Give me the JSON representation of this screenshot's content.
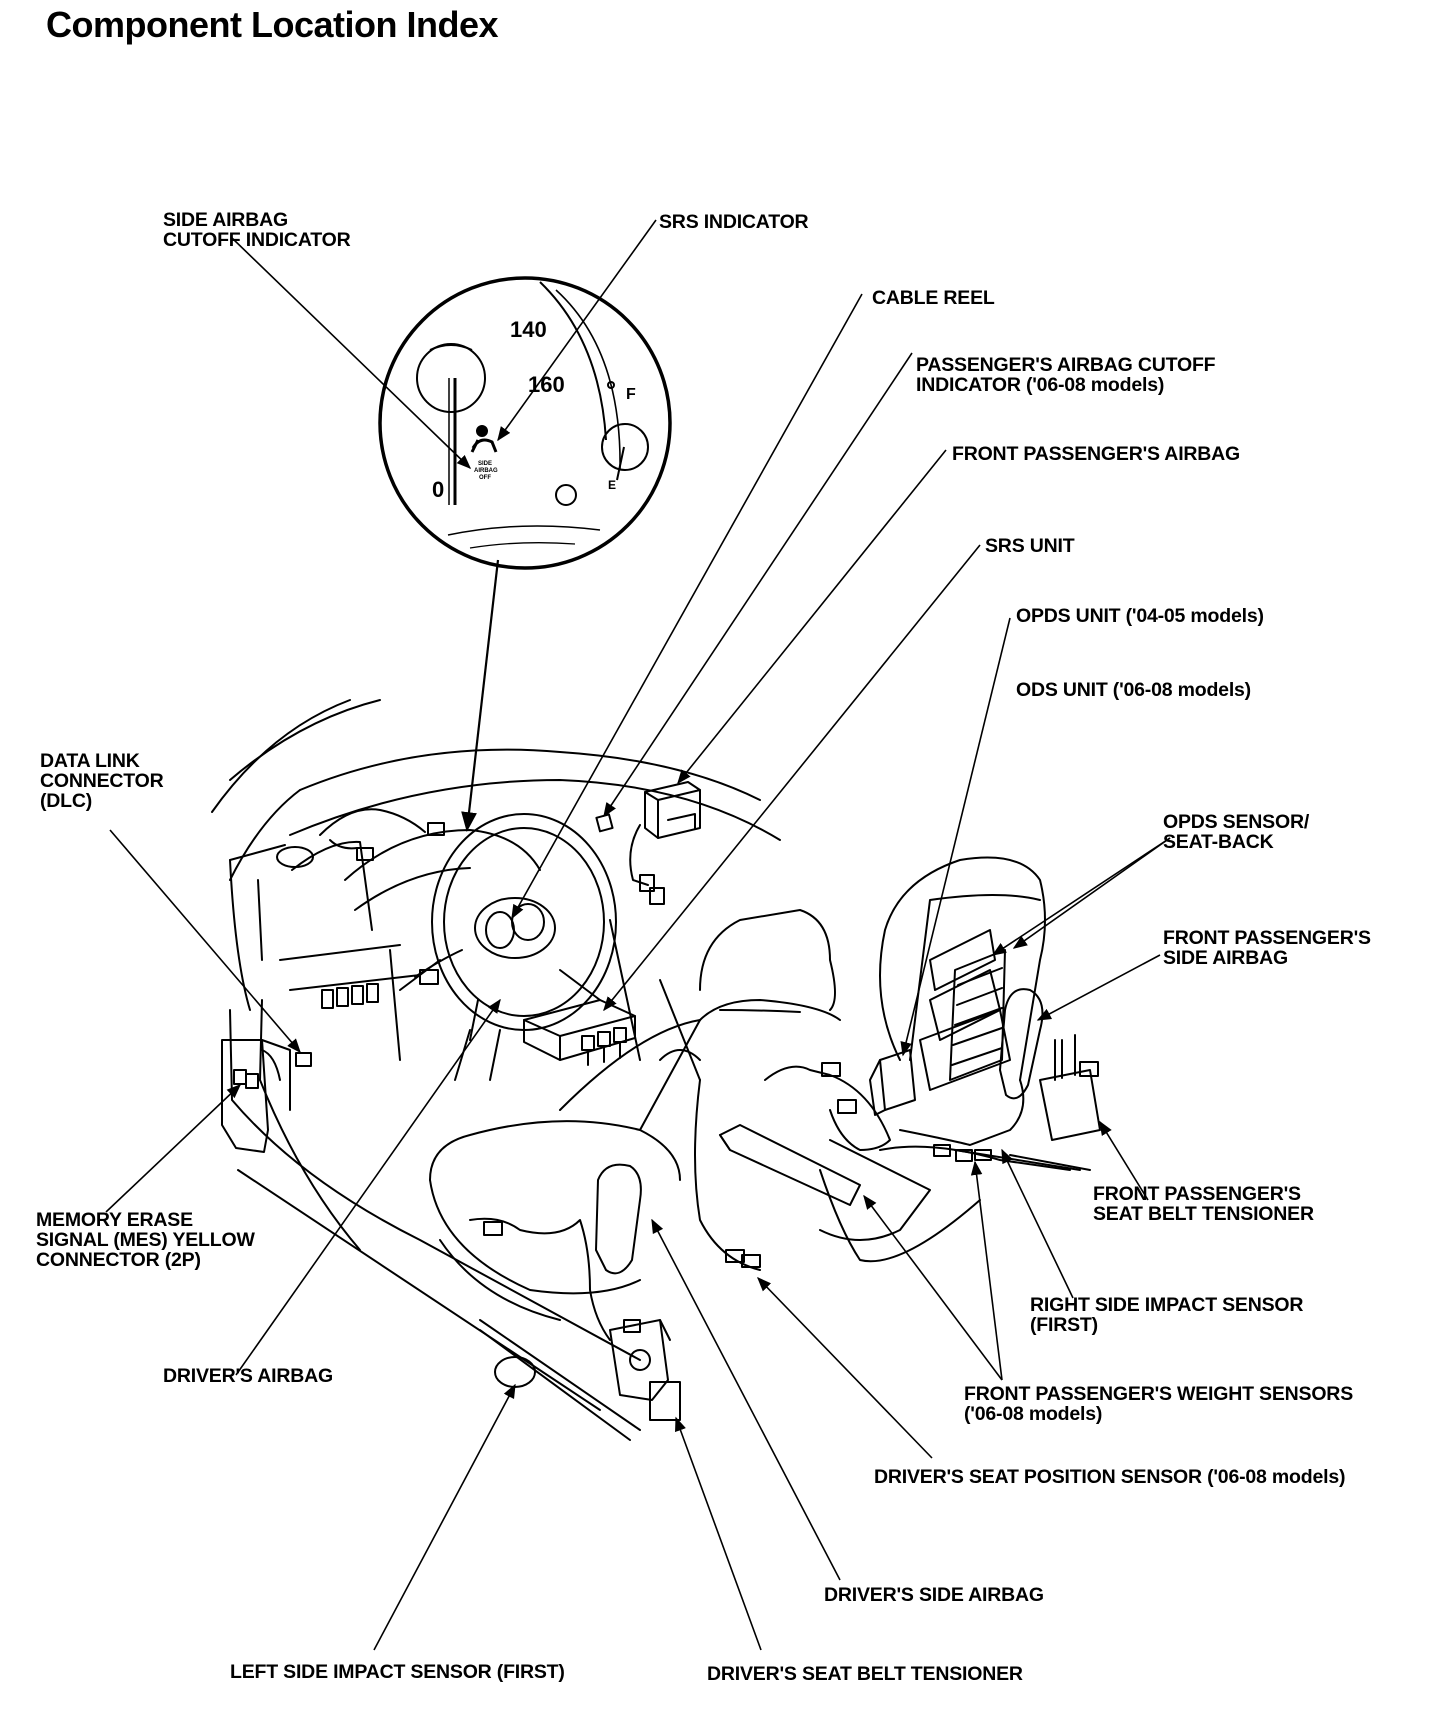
{
  "title": "Component Location Index",
  "gauge": {
    "speed_140": "140",
    "speed_160": "160",
    "fuel_f": "F",
    "fuel_e": "E",
    "zero": "0",
    "indicator_text": [
      "SIDE",
      "AIRBAG",
      "OFF"
    ]
  },
  "labels": {
    "side_airbag_cutoff_indicator": [
      "SIDE AIRBAG",
      "CUTOFF INDICATOR"
    ],
    "srs_indicator": [
      "SRS INDICATOR"
    ],
    "cable_reel": [
      "CABLE REEL"
    ],
    "passenger_airbag_cutoff_indicator": [
      "PASSENGER'S AIRBAG CUTOFF",
      "INDICATOR ('06-08 models)"
    ],
    "front_passenger_airbag": [
      "FRONT PASSENGER'S AIRBAG"
    ],
    "srs_unit": [
      "SRS UNIT"
    ],
    "opds_unit": [
      "OPDS UNIT ('04-05 models)"
    ],
    "ods_unit": [
      "ODS UNIT ('06-08 models)"
    ],
    "data_link_connector": [
      "DATA LINK",
      "CONNECTOR",
      "(DLC)"
    ],
    "opds_sensor": [
      "OPDS SENSOR/",
      "SEAT-BACK"
    ],
    "front_passenger_side_airbag": [
      "FRONT PASSENGER'S",
      "SIDE AIRBAG"
    ],
    "memory_erase_signal": [
      "MEMORY ERASE",
      "SIGNAL (MES) YELLOW",
      "CONNECTOR (2P)"
    ],
    "front_passenger_seat_belt_tensioner": [
      "FRONT PASSENGER'S",
      "SEAT BELT TENSIONER"
    ],
    "right_side_impact_sensor": [
      "RIGHT SIDE IMPACT SENSOR",
      "(FIRST)"
    ],
    "drivers_airbag": [
      "DRIVER'S AIRBAG"
    ],
    "front_passenger_weight_sensors": [
      "FRONT PASSENGER'S WEIGHT SENSORS",
      "('06-08 models)"
    ],
    "drivers_seat_position_sensor": [
      "DRIVER'S SEAT POSITION SENSOR ('06-08 models)"
    ],
    "drivers_side_airbag": [
      "DRIVER'S SIDE AIRBAG"
    ],
    "left_side_impact_sensor": [
      "LEFT SIDE IMPACT SENSOR (FIRST)"
    ],
    "drivers_seat_belt_tensioner": [
      "DRIVER'S SEAT BELT TENSIONER"
    ]
  }
}
